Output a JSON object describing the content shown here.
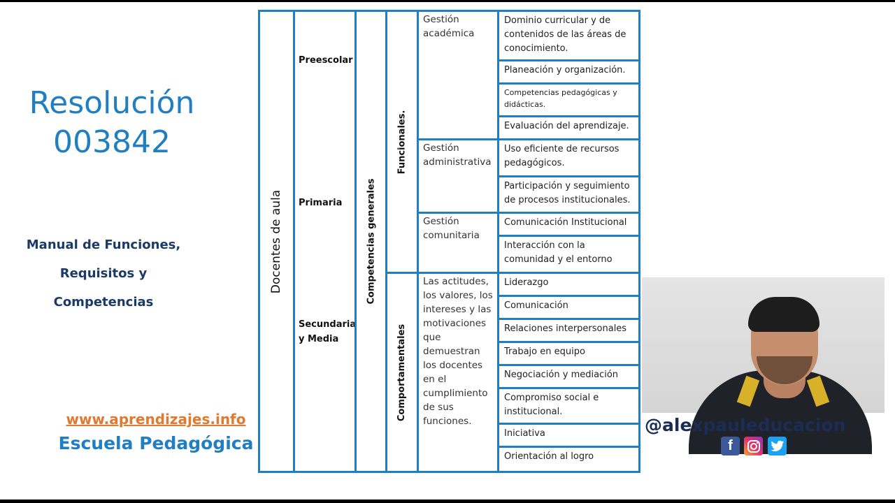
{
  "title_lines": [
    "Resolución",
    "003842"
  ],
  "subtitle_lines": [
    "Manual de Funciones,",
    "Requisitos y",
    "Competencias"
  ],
  "website": "www.aprendizajes.info",
  "school": "Escuela Pedagógica",
  "table": {
    "root": "Docentes de aula",
    "levels": [
      "Preescolar",
      "Primaria",
      "Secundaria y Media"
    ],
    "competencias_generales": "Competencias generales",
    "groups": [
      {
        "name": "Funcionales.",
        "areas": [
          {
            "name": "Gestión académica",
            "items": [
              "Dominio curricular y de contenidos de las áreas de conocimiento.",
              "Planeación y organización.",
              "Competencias pedagógicas y didácticas.",
              "Evaluación del aprendizaje."
            ]
          },
          {
            "name": "Gestión administrativa",
            "items": [
              "Uso eficiente de recursos pedagógicos.",
              "Participación y seguimiento de procesos institucionales."
            ]
          },
          {
            "name": "Gestión comunitaria",
            "items": [
              "Comunicación Institucional",
              "Interacción con la comunidad y el entorno"
            ]
          }
        ]
      },
      {
        "name": "Comportamentales",
        "description": "Las actitudes, los valores, los intereses y las motivaciones que demuestran los docentes en el cumplimiento de sus funciones.",
        "items": [
          "Liderazgo",
          "Comunicación",
          "Relaciones interpersonales",
          "Trabajo en equipo",
          "Negociación y mediación",
          "Compromiso social e institucional.",
          "Iniciativa",
          "Orientación al logro"
        ]
      }
    ]
  },
  "handle": "@alexpauleducacion",
  "social_icons": [
    "facebook-icon",
    "instagram-icon",
    "twitter-icon"
  ],
  "colors": {
    "accent_blue": "#1f7fc0",
    "navy": "#1c3a66",
    "orange": "#e07a30"
  }
}
